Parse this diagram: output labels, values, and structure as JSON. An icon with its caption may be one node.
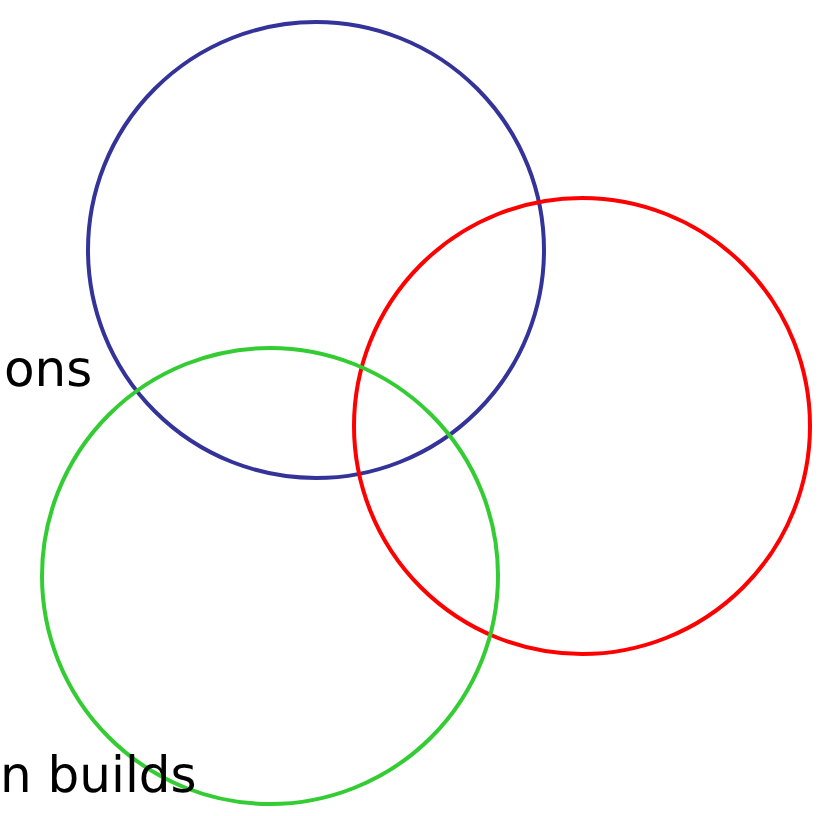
{
  "diagram": {
    "nodes": [
      {
        "text": [],
        "shape": "circle"
      },
      {
        "text": [],
        "shape": "circle"
      },
      {
        "text": [],
        "shape": "circle"
      }
    ],
    "labels": [
      "ons",
      "n builds"
    ]
  }
}
